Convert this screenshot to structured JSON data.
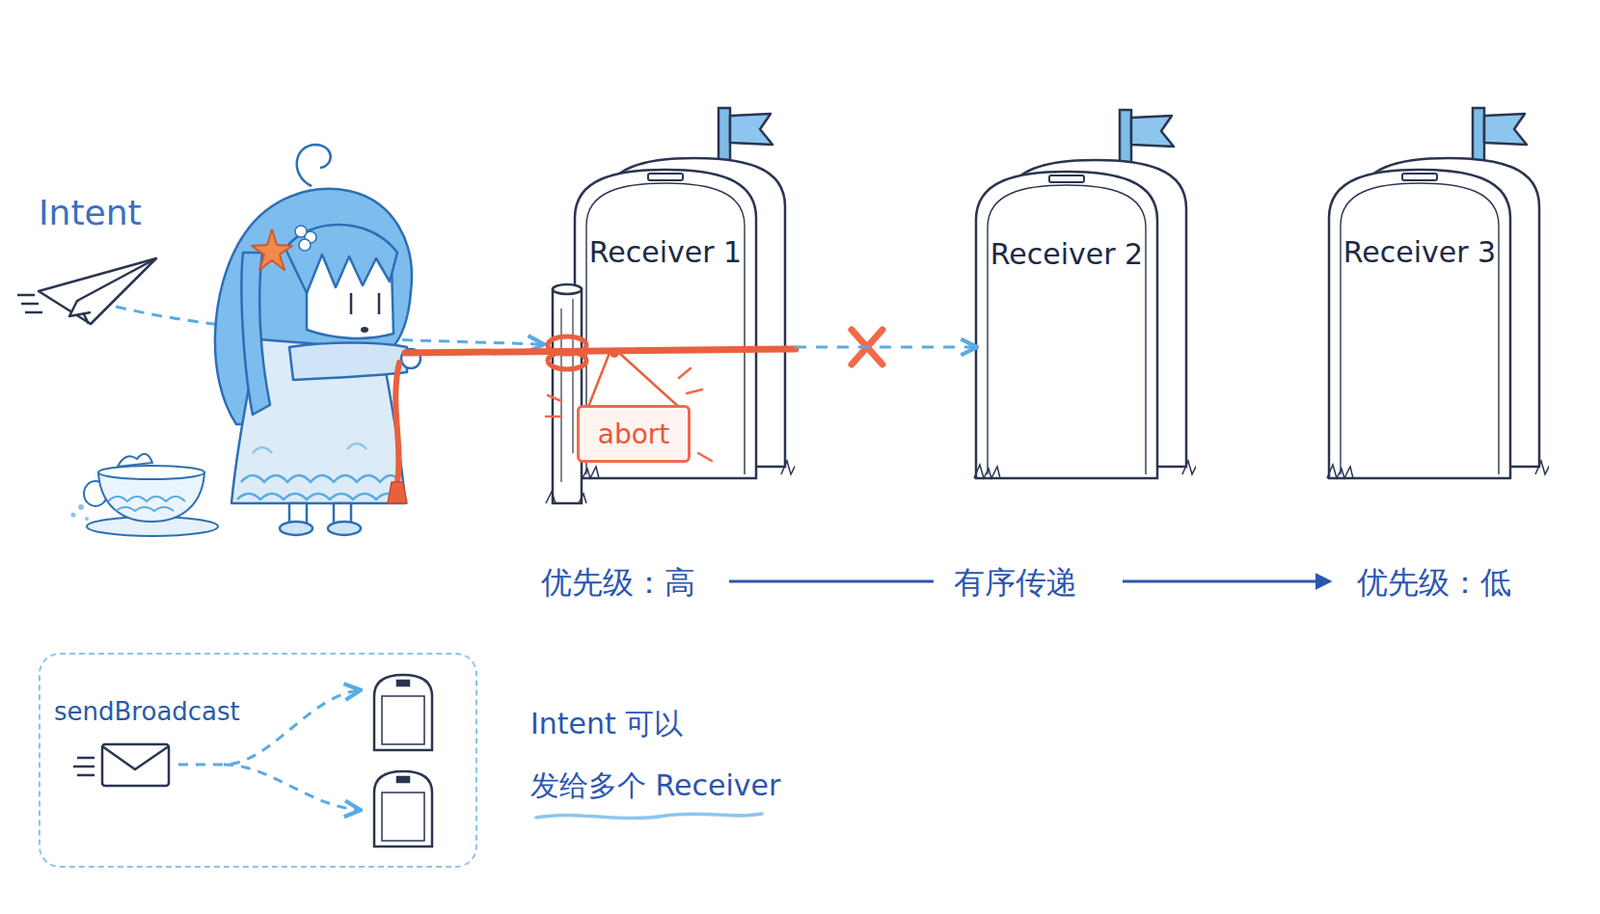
{
  "diagram": {
    "nodes": [
      {
        "text": [
          "Receiver 1"
        ]
      },
      {
        "text": [
          "abort"
        ]
      },
      {
        "text": [
          "Receiver 2"
        ]
      },
      {
        "text": [
          "Receiver 3"
        ]
      },
      {
        "text": [
          "sendBroadcast"
        ]
      }
    ],
    "edges": [
      {
        "from": 0,
        "to": 2,
        "arrow": "to"
      }
    ],
    "labels": [
      "Intent",
      "优先级：高",
      "有序传递",
      "优先级：低",
      "Intent 可以 发给多个 Receiver"
    ]
  }
}
